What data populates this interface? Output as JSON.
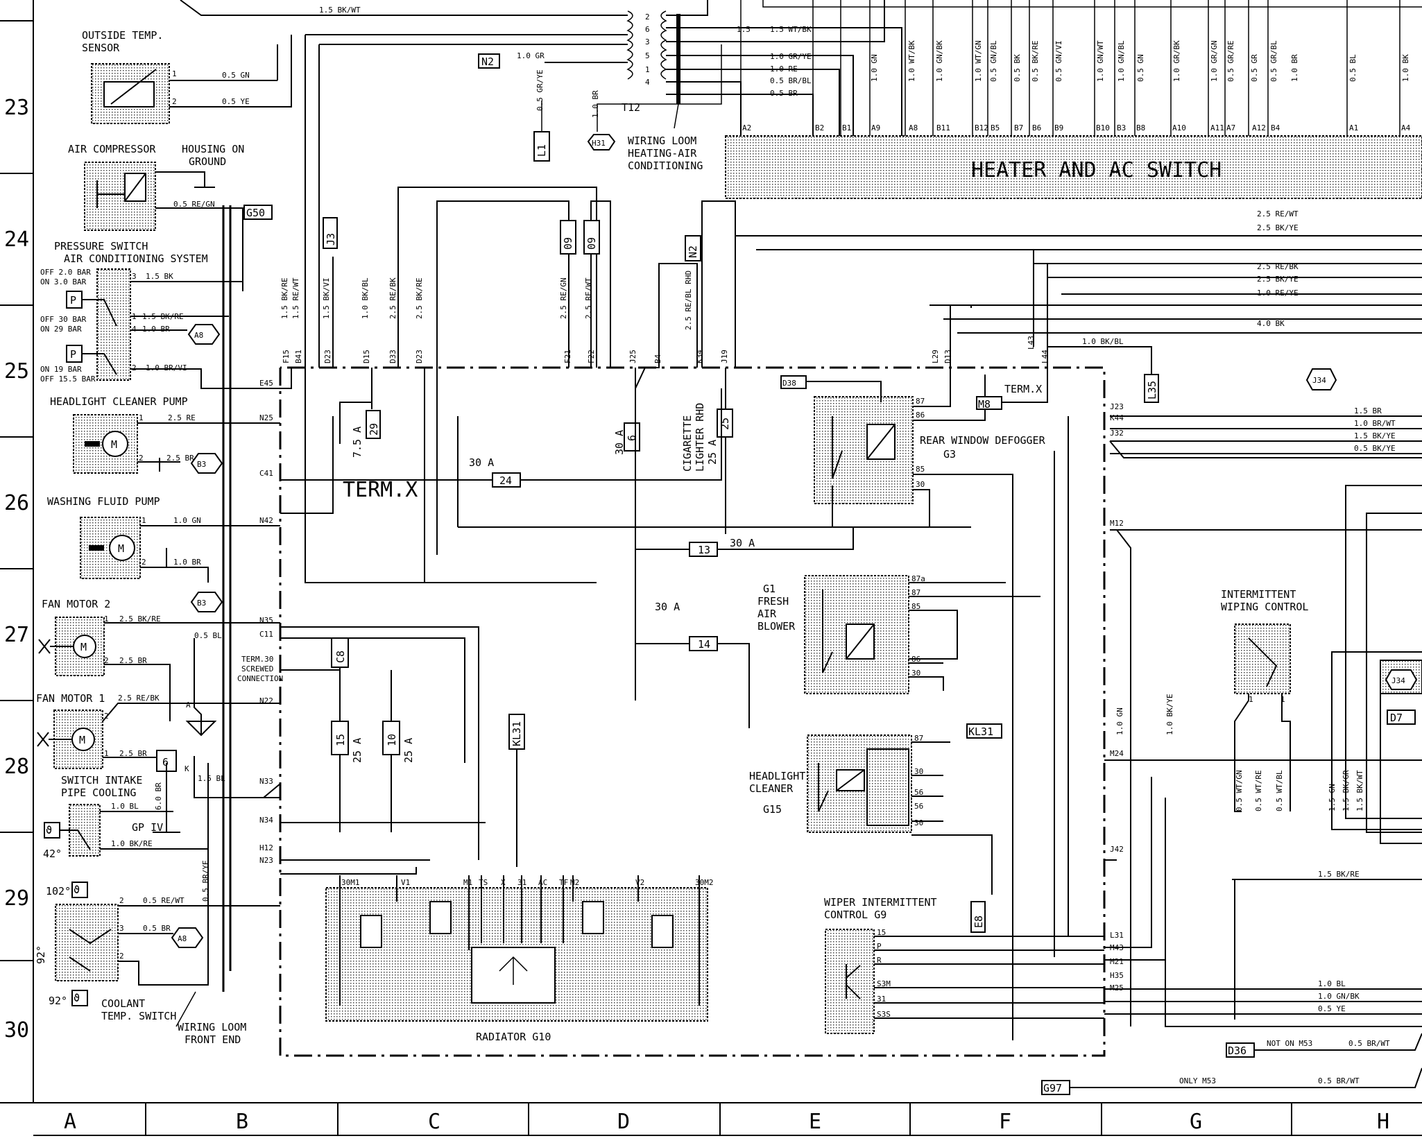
{
  "grid": {
    "rows": [
      "23",
      "24",
      "25",
      "26",
      "27",
      "28",
      "29",
      "30"
    ],
    "columns": [
      "A",
      "B",
      "C",
      "D",
      "E",
      "F",
      "G",
      "H"
    ]
  },
  "components": {
    "outside_temp_sensor": "OUTSIDE TEMP.\nSENSOR",
    "air_compressor": "AIR COMPRESSOR",
    "housing_on_ground": "HOUSING ON\nGROUND",
    "pressure_switch": "PRESSURE SWITCH\nAIR CONDITIONING SYSTEM",
    "headlight_cleaner_pump": "HEADLIGHT CLEANER PUMP",
    "washing_fluid_pump": "WASHING FLUID PUMP",
    "fan_motor_2": "FAN MOTOR 2",
    "fan_motor_1": "FAN MOTOR 1",
    "switch_intake": "SWITCH INTAKE\nPIPE COOLING",
    "coolant_temp_switch": "COOLANT\nTEMP. SWITCH",
    "wiring_loom_front": "WIRING LOOM\nFRONT END",
    "wiring_loom_heating": "WIRING LOOM\nHEATING-AIR\nCONDITIONING",
    "heater_ac_switch": "HEATER AND AC SWITCH",
    "rear_window_defogger": "REAR WINDOW DEFOGGER\nG3",
    "fresh_air_blower": "G1\nFRESH\nAIR\nBLOWER",
    "headlight_cleaner": "HEADLIGHT\nCLEANER\nG15",
    "wiper_intermittent": "WIPER INTERMITTENT\nCONTROL  G9",
    "intermittent_wiping": "INTERMITTENT\nWIPING CONTROL",
    "radiator": "RADIATOR   G10",
    "cigarette_lighter": "CIGARETTE\nLIGHTER RHD\n25 A",
    "term_x": "TERM.X",
    "term_x_small": "TERM.X",
    "gp_iv": "GP IV",
    "term30": "TERM.30\nSCREWED\nCONNECTION"
  },
  "pressure_labels": {
    "p1": "OFF 2.0 BAR\nON  3.0 BAR",
    "p2": "OFF 30 BAR\nON  29 BAR",
    "p3": "ON 19 BAR\nOFF 15.5 BAR"
  },
  "temps": {
    "t42": "42°",
    "t102": "102°",
    "t92a": "92°",
    "t92b": "92°"
  },
  "connector_tags": {
    "N2": "N2",
    "L1": "L1",
    "H31": "H31",
    "T12": "T12",
    "G50": "G50",
    "J3": "J3",
    "A8a": "A8",
    "A8b": "A8",
    "B3a": "B3",
    "B3b": "B3",
    "N2b": "N2",
    "D38": "D38",
    "M8": "M8",
    "L35": "L35",
    "J34a": "J34",
    "J34b": "J34",
    "KL31a": "KL31",
    "KL31b": "KL31",
    "E8": "E8",
    "C8": "C8",
    "D7": "D7",
    "D36": "D36",
    "G97": "G97"
  },
  "fuses": {
    "f29": "29",
    "f6": "6",
    "f25": "25",
    "f24": "24",
    "f13": "13",
    "f14": "14",
    "f15": "15",
    "f10": "10",
    "f09a": "09",
    "f09b": "09"
  },
  "ratings": {
    "r75": "7.5 A",
    "r30a": "30 A",
    "r30b": "30 A",
    "r30c": "30 A",
    "r30d": "30 A",
    "r25a": "25 A",
    "r25b": "25 A"
  },
  "wires_left": {
    "w1": "0.5 GN",
    "w2": "0.5 YE",
    "w3": "0.5 RE/GN",
    "w4": "1.5 BK",
    "w5": "1.5 BK/RE",
    "w6": "1.0 BR",
    "w7": "1.0 BR/VI",
    "w8": "2.5 RE",
    "w9": "2.5 BR",
    "w10": "1.0 GN",
    "w11": "1.0 BR",
    "w12": "2.5 BK/RE",
    "w13": "0.5 BL",
    "w14": "2.5 BR",
    "w15": "2.5 RE/BK",
    "w16": "2.5 BR",
    "w17": "1.5 BL",
    "w18": "1.0 BL",
    "w19": "1.0 BK/RE",
    "w20": "0.5 RE/WT",
    "w21": "0.5 BR",
    "w22": "0.5 BR/YE",
    "w23": "6.0 BR"
  },
  "wires_top": {
    "w1": "1.5 BK/WT",
    "w2": "1.0 GR",
    "w3": "1.5 WT/BK",
    "w4": "1.0 GR/YE",
    "w5": "1.0 RE",
    "w6": "0.5 BR/BL",
    "w7": "0.5 BR",
    "w8": "1.5",
    "w9": "0.5 GR/YE",
    "w10": "1.0 BR"
  },
  "wires_vertical": {
    "v1": "1.5 BK/RE",
    "v2": "1.5 RE/WT",
    "v3": "1.5 BK/VI",
    "v4": "1.0 BK/BL",
    "v5": "2.5 RE/BK",
    "v6": "2.5 BK/RE",
    "v7": "2.5 RE/GN",
    "v8": "2.5 RE/WT",
    "v9": "2.5 RE/BL RHD",
    "v10": "1.0 GN",
    "v11": "1.0 BK/YE",
    "v12": "0.5 WT/GN",
    "v13": "0.5 WT/RE",
    "v14": "0.5 WT/BL",
    "v15": "1.5 GN",
    "v16": "1.5 BK/GR",
    "v17": "1.5 BK/WT"
  },
  "heater_switch_wires": [
    "1.0 GN",
    "1.0 WT/BK",
    "1.0 GN/BK",
    "1.0 WT/GN",
    "0.5 GN/BL",
    "0.5 BK",
    "0.5 BK/RE",
    "0.5 GN/VI",
    "1.0 GN/WT",
    "1.0 GN/BL",
    "0.5 GN",
    "1.0 GR/BK",
    "1.0 GR/GN",
    "0.5 GR/RE",
    "0.5 GR",
    "0.5 GR/BL",
    "1.0 BR",
    "0.5 BL",
    "1.0 BK"
  ],
  "heater_switch_pins": [
    "A2",
    "B2",
    "B1",
    "A9",
    "A8",
    "B11",
    "B12",
    "B5",
    "B7",
    "B6",
    "B9",
    "B10",
    "B3",
    "B8",
    "A10",
    "A11",
    "A7",
    "A12",
    "B4",
    "A1",
    "A4"
  ],
  "wires_right": {
    "w1": "2.5 RE/WT",
    "w2": "2.5 BK/YE",
    "w3": "2.5 RE/BK",
    "w4": "2.5 BK/YE",
    "w5": "1.0 RE/YE",
    "w6": "4.0 BK",
    "w7": "1.0 BK/BL",
    "w8": "1.5 BR",
    "w9": "1.0 BR/WT",
    "w10": "1.5 BK/YE",
    "w11": "0.5 BK/YE",
    "w12": "1.5 BK/RE",
    "w13": "1.0 BL",
    "w14": "1.0 GN/BK",
    "w15": "0.5 YE",
    "w16": "0.5 BR/WT",
    "w17": "0.5 BR/WT",
    "w18": "NOT ON M53",
    "w19": "ONLY M53"
  },
  "pins": {
    "left_column": [
      "E45",
      "N25",
      "C41",
      "N42",
      "N35",
      "C11",
      "N22",
      "N33",
      "N34",
      "H12",
      "N23"
    ],
    "top_row": [
      "F15",
      "B41",
      "D23",
      "D15",
      "D33",
      "D23",
      "F21",
      "F22",
      "J25",
      "B4",
      "K34",
      "J19",
      "L29",
      "D13",
      "L43",
      "L44"
    ],
    "right_column": [
      "J23",
      "K44",
      "J32",
      "M12",
      "M24",
      "J42",
      "L31",
      "M43",
      "M21",
      "H35",
      "M25"
    ],
    "relay": [
      "87",
      "86",
      "85",
      "30",
      "87a",
      "87",
      "85",
      "86",
      "30",
      "87",
      "30",
      "56",
      "56",
      "30"
    ],
    "radiator": [
      "30M1",
      "V1",
      "M1",
      "TS",
      "X",
      "31",
      "AC",
      "TF",
      "M2",
      "V2",
      "30M2"
    ],
    "wiper": [
      "15",
      "P",
      "R",
      "S3M",
      "31",
      "S3S"
    ],
    "connector_t12": [
      "2",
      "6",
      "3",
      "5",
      "1",
      "4"
    ],
    "misc": [
      "1",
      "2",
      "3",
      "1",
      "4",
      "2",
      "1",
      "2",
      "1",
      "2",
      "1",
      "2",
      "2",
      "1",
      "2",
      "1",
      "1",
      "3",
      "2",
      "A",
      "K",
      "31"
    ]
  }
}
